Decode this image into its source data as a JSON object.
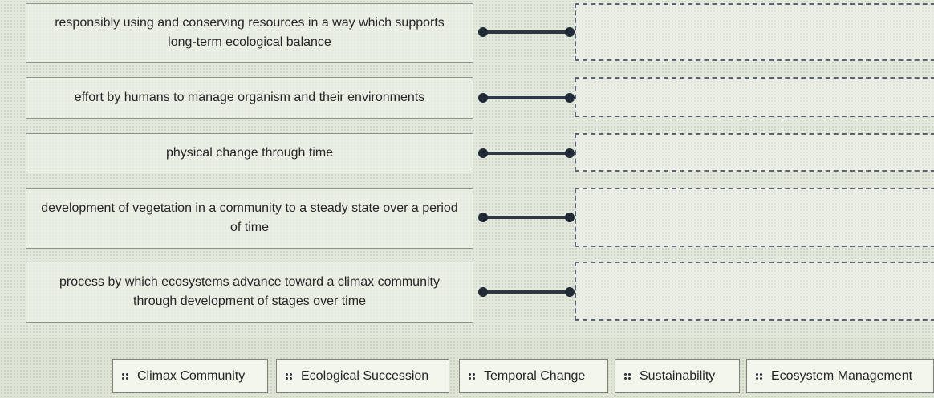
{
  "definitions": [
    {
      "text": "responsibly using and conserving resources in a way which supports long-term ecological balance"
    },
    {
      "text": "effort by humans to manage organism and their environments"
    },
    {
      "text": "physical change through time"
    },
    {
      "text": "development of vegetation in a community to a steady state over a period of time"
    },
    {
      "text": "process by which ecosystems advance toward a climax community through development of stages over time"
    }
  ],
  "options": [
    {
      "label": "Climax Community",
      "icon": "drag-grip-icon"
    },
    {
      "label": "Ecological Succession",
      "icon": "drag-grip-icon"
    },
    {
      "label": "Temporal Change",
      "icon": "drag-grip-icon"
    },
    {
      "label": "Sustainability",
      "icon": "drag-grip-icon"
    },
    {
      "label": "Ecosystem Management",
      "icon": "drag-grip-icon"
    }
  ],
  "colors": {
    "connector": "#2e3742",
    "drop_border": "#5d6470",
    "background": "#e4e9dd"
  }
}
